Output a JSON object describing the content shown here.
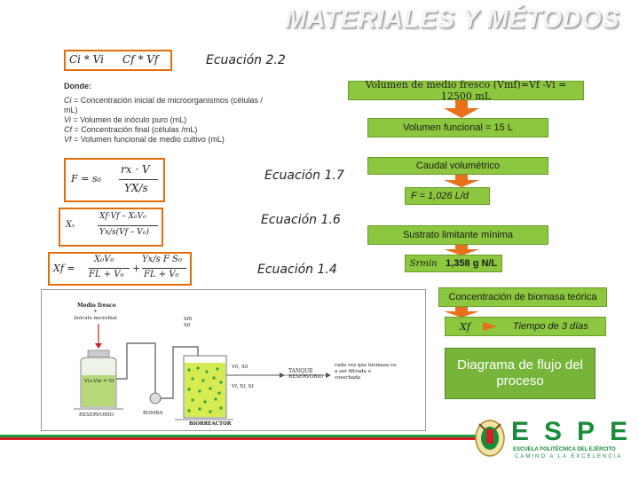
{
  "title": "MATERIALES Y MÉTODOS",
  "equations": {
    "eq22": {
      "label": "Ecuación 2.2",
      "lhs": "Ci * Vi",
      "rhs": "Cf * Vf"
    },
    "eq17": {
      "label": "Ecuación 1.7",
      "lhs": "F = s₀",
      "num": "rx · V",
      "den": "YX/s"
    },
    "eq16": {
      "label": "Ecuación 1.6",
      "lhs": "Xᵥ",
      "num": "Xf·Vf – X₀V₀",
      "den": "Yx/s(Vf – V₀)"
    },
    "eq14": {
      "label": "Ecuación 1.4",
      "lhs": "Xf =",
      "t1_num": "X₀V₀",
      "t1_den": "FL + V₀",
      "plus": "+",
      "t2_num": "Yx/s F S₀",
      "t2_den": "FL + V₀"
    }
  },
  "legend": {
    "heading": "Donde:",
    "items": [
      {
        "sym": "Ci",
        "text": "= Concentración inicial de microorganismos (células / mL)"
      },
      {
        "sym": "Vi",
        "text": "= Volumen de inóculo puro (mL)"
      },
      {
        "sym": "Cf",
        "text": "= Concentración final (células /mL)"
      },
      {
        "sym": "Vf",
        "text": "= Volumen funcional de medio cultivo (mL)"
      }
    ]
  },
  "flow": {
    "box1": "Volumen de medio fresco (Vmf)=Vf -Vi = 12500 mL",
    "box2": "Volumen funcional = 15 L",
    "box3": "Caudal volumétrico",
    "box4": "F = 1,026 L/d",
    "box5": "Sustrato limitante mínima",
    "box6_sym": "Srmin",
    "box6_val": "1,358 g N/L",
    "box7": "Concentración de biomasa teórica",
    "box8_sym": "Xf",
    "box8_text": "Tiempo de 3 días",
    "box9": "Diagrama de flujo del proceso"
  },
  "diagram": {
    "top_label_1": "Medio fresco",
    "top_label_2": "+",
    "top_label_3": "Inóculo microbial",
    "vessel_label": "Vi+Vm = Vf",
    "reservoir": "RESERVORIO",
    "pump": "BOMBA",
    "bioreactor": "BIORREACTOR",
    "feed_1": "Sf0",
    "feed_2": "S0",
    "bio_1": "V0, X0",
    "bio_2": "Vf, Xf, Sf",
    "tank_1": "TANQUE",
    "tank_2": "RESERVORIO",
    "note": "cada vez que biomasa va a ser filtrada o cosechada"
  },
  "logo": {
    "name": "ESPE",
    "sub": "ESCUELA POLITÉCNICA DEL EJÉRCITO",
    "motto": "CAMINO A LA EXCELENCIA",
    "colors": {
      "green": "#1a8d3a",
      "red": "#d21f26"
    }
  }
}
